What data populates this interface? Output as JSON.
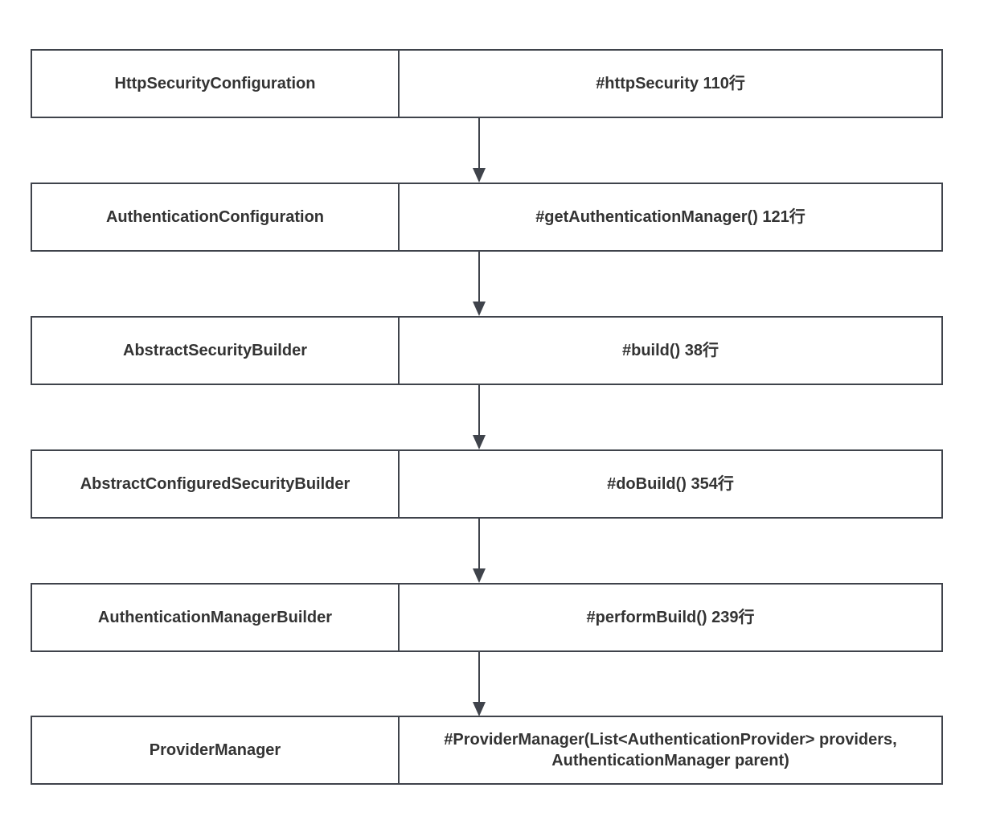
{
  "colors": {
    "border": "#3f434b",
    "text": "#333333",
    "background": "#ffffff"
  },
  "diagram": {
    "rows": [
      {
        "class_name": "HttpSecurityConfiguration",
        "method": "#httpSecurity 110行"
      },
      {
        "class_name": "AuthenticationConfiguration",
        "method": "#getAuthenticationManager() 121行"
      },
      {
        "class_name": "AbstractSecurityBuilder",
        "method": "#build() 38行"
      },
      {
        "class_name": "AbstractConfiguredSecurityBuilder",
        "method": "#doBuild() 354行"
      },
      {
        "class_name": "AuthenticationManagerBuilder",
        "method": "#performBuild() 239行"
      },
      {
        "class_name": "ProviderManager",
        "method": "#ProviderManager(List<AuthenticationProvider> providers, AuthenticationManager parent)"
      }
    ]
  }
}
